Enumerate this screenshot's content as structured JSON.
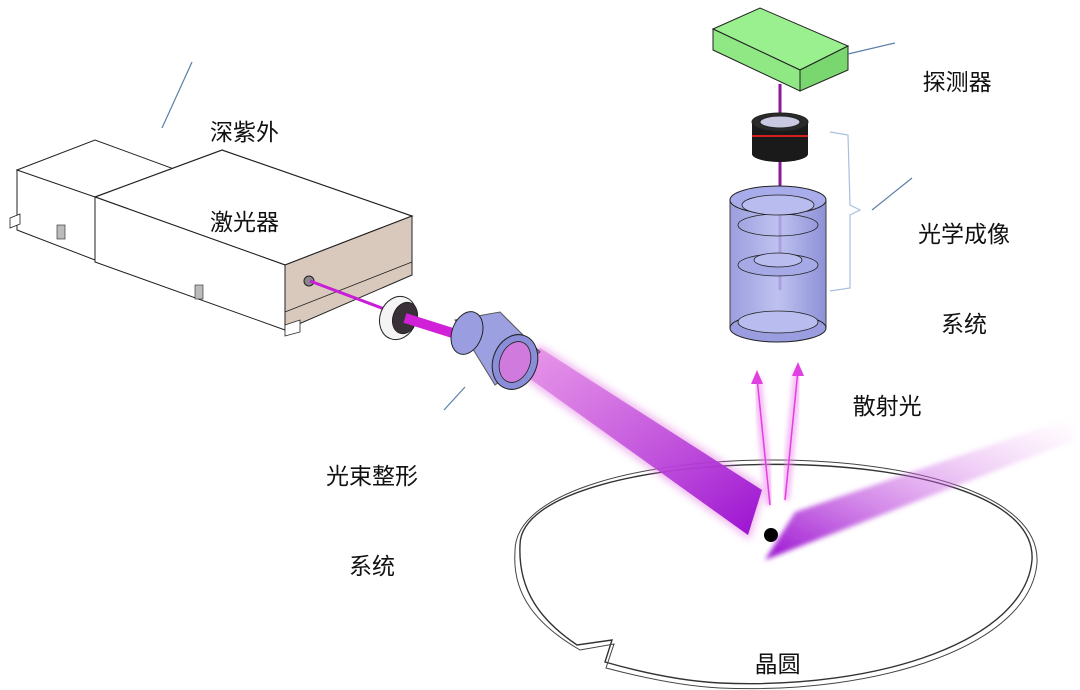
{
  "diagram": {
    "title": "深紫外激光晶圆散射检测系统示意图",
    "labels": {
      "laser": [
        "深紫外",
        "激光器"
      ],
      "detector": "探测器",
      "imaging": [
        "光学成像",
        "系统"
      ],
      "beam_shaping": [
        "光束整形",
        "系统"
      ],
      "scattered_light": "散射光",
      "wafer": "晶圆"
    },
    "colors": {
      "beam": "#a020d0",
      "beam_light": "#e070e0",
      "detector": "#8fe884",
      "lens_body": "#7b7fd6",
      "laser_face": "#d9c9bd",
      "leader_line": "#5a7fa8",
      "bracket": "#a8c0dc"
    }
  }
}
